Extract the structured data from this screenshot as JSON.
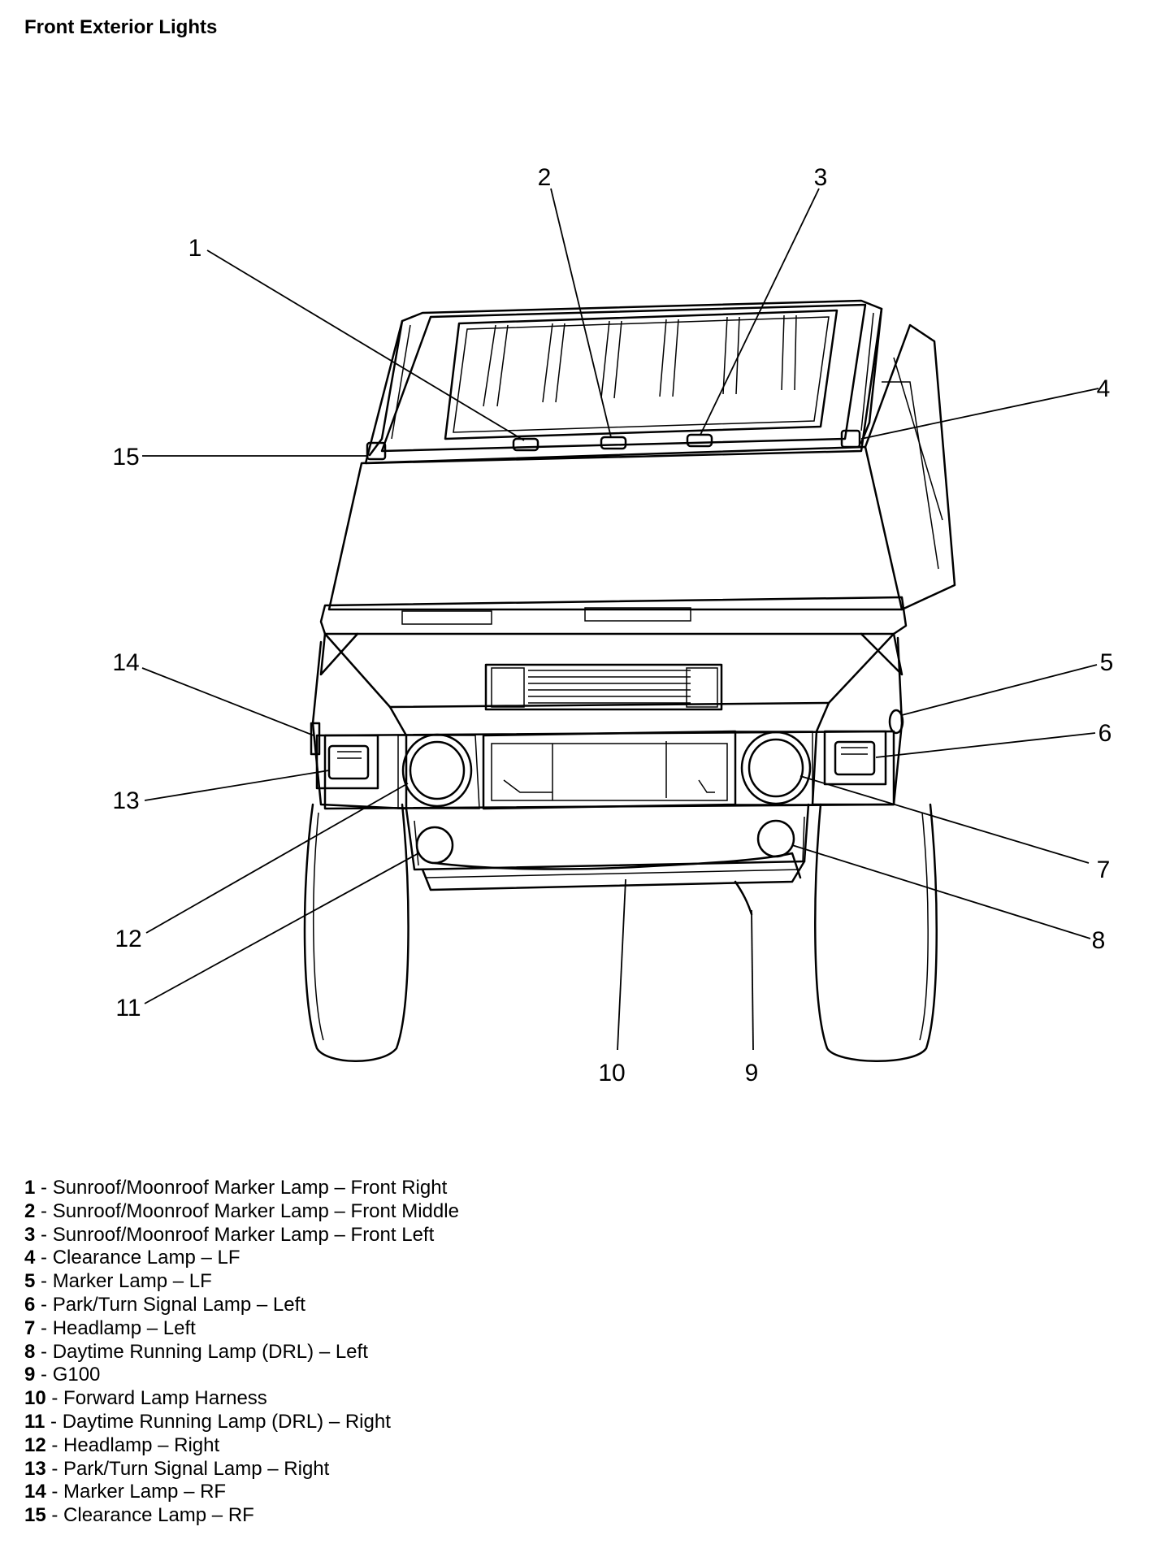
{
  "title": "Front Exterior Lights",
  "callouts": [
    "1",
    "2",
    "3",
    "4",
    "5",
    "6",
    "7",
    "8",
    "9",
    "10",
    "11",
    "12",
    "13",
    "14",
    "15"
  ],
  "legend": [
    {
      "num": "1",
      "text": "Sunroof/Moonroof Marker Lamp – Front Right"
    },
    {
      "num": "2",
      "text": "Sunroof/Moonroof Marker Lamp – Front Middle"
    },
    {
      "num": "3",
      "text": "Sunroof/Moonroof Marker Lamp – Front Left"
    },
    {
      "num": "4",
      "text": "Clearance Lamp – LF"
    },
    {
      "num": "5",
      "text": "Marker Lamp – LF"
    },
    {
      "num": "6",
      "text": "Park/Turn Signal Lamp – Left"
    },
    {
      "num": "7",
      "text": "Headlamp – Left"
    },
    {
      "num": "8",
      "text": "Daytime Running Lamp (DRL) – Left"
    },
    {
      "num": "9",
      "text": "G100"
    },
    {
      "num": "10",
      "text": "Forward Lamp Harness"
    },
    {
      "num": "11",
      "text": "Daytime Running Lamp (DRL) – Right"
    },
    {
      "num": "12",
      "text": "Headlamp – Right"
    },
    {
      "num": "13",
      "text": "Park/Turn Signal Lamp – Right"
    },
    {
      "num": "14",
      "text": "Marker Lamp – RF"
    },
    {
      "num": "15",
      "text": "Clearance Lamp – RF"
    }
  ]
}
